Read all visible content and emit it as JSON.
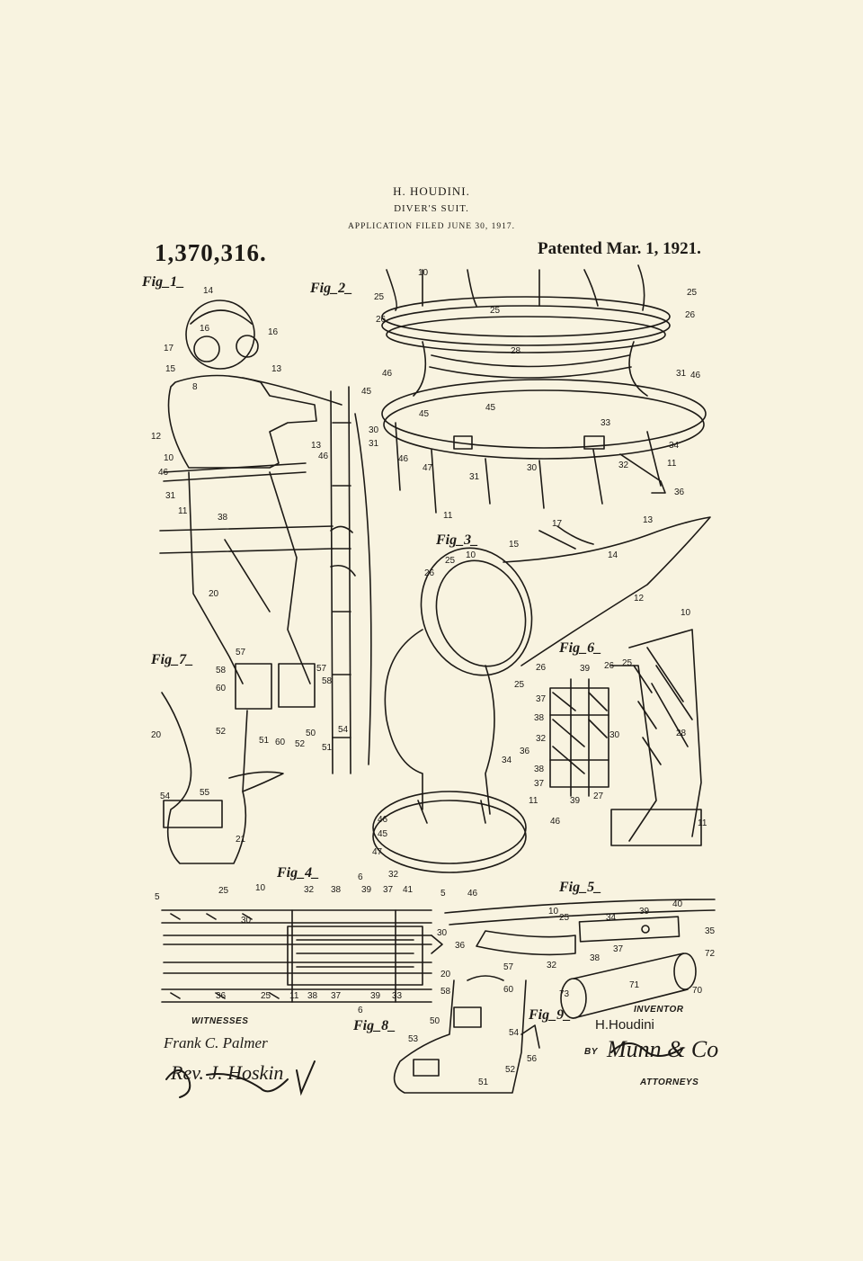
{
  "header": {
    "inventor": "H. HOUDINI.",
    "title": "DIVER'S SUIT.",
    "filed": "APPLICATION FILED JUNE 30, 1917.",
    "patent_number": "1,370,316.",
    "patented": "Patented Mar. 1, 1921."
  },
  "figures": [
    "Fig_1_",
    "Fig_2_",
    "Fig_3_",
    "Fig_4_",
    "Fig_5_",
    "Fig_6_",
    "Fig_7_",
    "Fig_8_",
    "Fig_9_"
  ],
  "footer": {
    "witnesses_label": "WITNESSES",
    "witness_1": "Frank C. Palmer",
    "witness_2": "Rev. J. Hoskin",
    "inventor_label": "INVENTOR",
    "inventor_name": "H.Houdini",
    "by_label": "BY",
    "attorney_signature": "Munn & Co",
    "attorneys_label": "ATTORNEYS"
  },
  "labels": {
    "f1": [
      "14",
      "16",
      "16",
      "17",
      "15",
      "13",
      "8",
      "12",
      "10",
      "46",
      "46",
      "31",
      "38",
      "11",
      "13",
      "20"
    ],
    "f2": [
      "10",
      "25",
      "25",
      "26",
      "26",
      "25",
      "28",
      "46",
      "46",
      "45",
      "31",
      "45",
      "45",
      "30",
      "31",
      "46",
      "47",
      "31",
      "30",
      "33",
      "32",
      "34",
      "11",
      "36",
      "11"
    ],
    "f3": [
      "17",
      "13",
      "15",
      "10",
      "25",
      "14",
      "26",
      "12",
      "26",
      "25",
      "34",
      "36",
      "11",
      "46",
      "45",
      "47",
      "32",
      "46",
      "46"
    ],
    "f4": [
      "5",
      "25",
      "10",
      "32",
      "38",
      "39",
      "37",
      "41",
      "5",
      "30",
      "6",
      "30",
      "36",
      "25",
      "11",
      "38",
      "37",
      "39",
      "33",
      "6"
    ],
    "f5": [
      "10",
      "25",
      "34",
      "39",
      "40",
      "35",
      "36",
      "38",
      "37",
      "32",
      "72",
      "73",
      "71",
      "70"
    ],
    "f6": [
      "10",
      "39",
      "26",
      "25",
      "37",
      "38",
      "32",
      "30",
      "28",
      "38",
      "37",
      "39",
      "27",
      "11"
    ],
    "f7": [
      "57",
      "58",
      "60",
      "57",
      "58",
      "20",
      "52",
      "51",
      "60",
      "50",
      "52",
      "51",
      "54",
      "54",
      "55",
      "21"
    ],
    "f8": [
      "20",
      "57",
      "58",
      "60",
      "50",
      "53",
      "54",
      "56",
      "52",
      "51"
    ]
  }
}
